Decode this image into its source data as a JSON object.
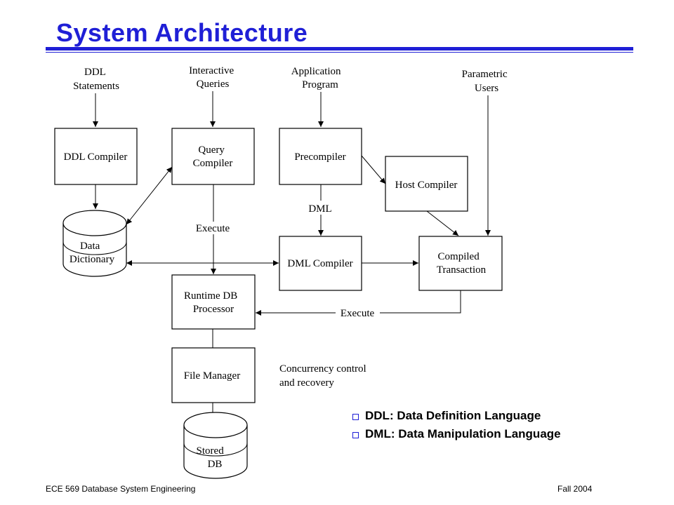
{
  "title": "System Architecture",
  "colors": {
    "accent": "#1f1fd6",
    "stroke": "#000000"
  },
  "inputs": {
    "ddl": [
      "DDL",
      "Statements"
    ],
    "interactive": [
      "Interactive",
      "Queries"
    ],
    "application": [
      "Application",
      "Program"
    ],
    "parametric": [
      "Parametric",
      "Users"
    ]
  },
  "boxes": {
    "ddl_compiler": [
      "DDL Compiler"
    ],
    "query_compiler": [
      "Query",
      "Compiler"
    ],
    "precompiler": [
      "Precompiler"
    ],
    "host_compiler": [
      "Host Compiler"
    ],
    "dml_compiler": [
      "DML Compiler"
    ],
    "compiled_transaction": [
      "Compiled",
      "Transaction"
    ],
    "runtime_db_processor": [
      "Runtime DB",
      "Processor"
    ],
    "file_manager": [
      "File Manager"
    ]
  },
  "stores": {
    "data_dictionary": [
      "Data",
      "Dictionary"
    ],
    "stored_db": [
      "Stored",
      "DB"
    ]
  },
  "edge_labels": {
    "dml": "DML",
    "execute_query": "Execute",
    "execute_runtime": "Execute",
    "concurrency": [
      "Concurrency control",
      "and recovery"
    ]
  },
  "legend": [
    "DDL:  Data Definition Language",
    "DML:  Data Manipulation Language"
  ],
  "footer": {
    "left": "ECE 569 Database System Engineering",
    "right": "Fall 2004"
  }
}
